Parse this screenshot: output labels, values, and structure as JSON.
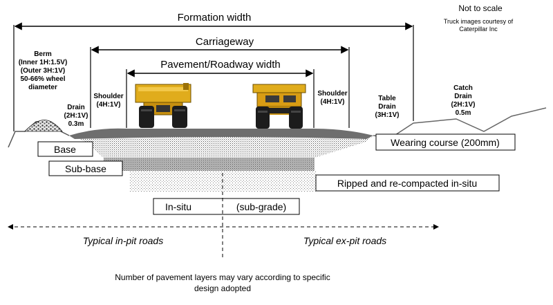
{
  "dims": {
    "formation_width": "Formation width",
    "carriageway": "Carriageway",
    "pavement_width": "Pavement/Roadway width"
  },
  "notes": {
    "not_to_scale": "Not to scale",
    "courtesy_line1": "Truck images courtesy of",
    "courtesy_line2": "Caterpillar Inc"
  },
  "features": {
    "berm": [
      "Berm",
      "(Inner 1H:1.5V)",
      "(Outer 3H:1V)",
      "50-66% wheel",
      "diameter"
    ],
    "drain": [
      "Drain",
      "(2H:1V)",
      "0.3m"
    ],
    "shoulder_left": [
      "Shoulder",
      "(4H:1V)"
    ],
    "shoulder_right": [
      "Shoulder",
      "(4H:1V)"
    ],
    "table_drain": [
      "Table",
      "Drain",
      "(3H:1V)"
    ],
    "catch_drain": [
      "Catch",
      "Drain",
      "(2H:1V)",
      "0.5m"
    ]
  },
  "layers": {
    "base": "Base",
    "sub_base": "Sub-base",
    "wearing_course": "Wearing course (200mm)",
    "ripped": "Ripped and re-compacted in-situ",
    "in_situ": "In-situ",
    "sub_grade": "(sub-grade)"
  },
  "zones": {
    "in_pit": "Typical in-pit roads",
    "ex_pit": "Typical ex-pit roads"
  },
  "footer": [
    "Number of pavement layers may vary according to specific",
    "design adopted"
  ]
}
